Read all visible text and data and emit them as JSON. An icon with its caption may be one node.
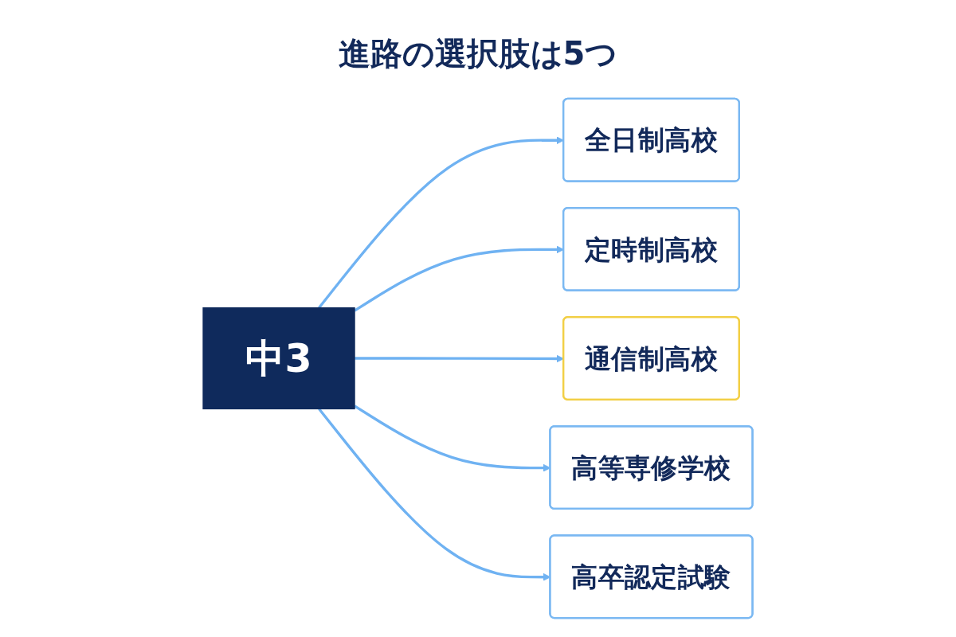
{
  "diagram": {
    "title": "進路の選択肢は5つ",
    "nodes": [
      {
        "text": [
          "中3"
        ]
      },
      {
        "text": [
          "全日制高校"
        ]
      },
      {
        "text": [
          "定時制高校"
        ]
      },
      {
        "text": [
          "通信制高校"
        ]
      },
      {
        "text": [
          "高等専修学校"
        ]
      },
      {
        "text": [
          "高卒認定試験"
        ]
      }
    ],
    "edges": [
      {
        "from": 0,
        "to": 1,
        "arrow": "to"
      },
      {
        "from": 0,
        "to": 2,
        "arrow": "to"
      },
      {
        "from": 0,
        "to": 3,
        "arrow": "to"
      },
      {
        "from": 0,
        "to": 4,
        "arrow": "to"
      },
      {
        "from": 0,
        "to": 5,
        "arrow": "to"
      }
    ]
  }
}
